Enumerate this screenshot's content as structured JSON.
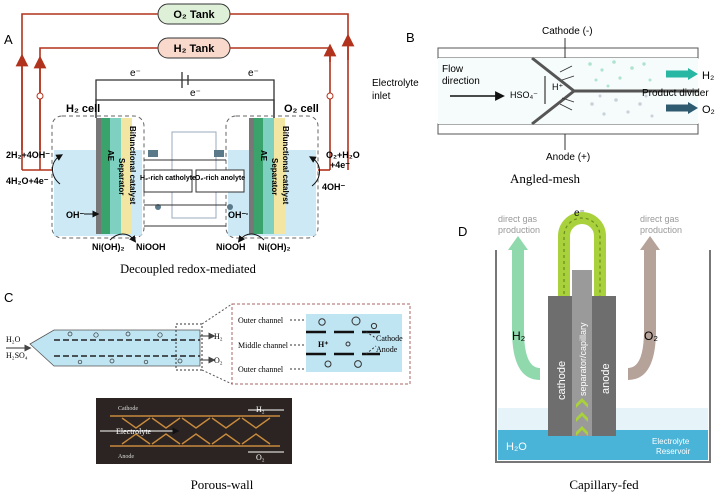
{
  "panel_a": {
    "letter": "A",
    "o2_tank": "O₂ Tank",
    "h2_tank": "H₂ Tank",
    "e1": "e⁻",
    "e2": "e⁻",
    "e3": "e⁻",
    "h2_cell": "H₂ cell",
    "o2_cell": "O₂ cell",
    "ae_left": "AE",
    "separator_left": "Separator",
    "catalyst_left": "Bifunctional catalyst",
    "ae_right": "AE",
    "separator_right": "Separator",
    "catalyst_right": "Bifunctional catalyst",
    "eq_left_1": "2H₂+4OH⁻",
    "eq_left_2": "4H₂O+4e⁻",
    "eq_right_1": "O₂+H₂O",
    "eq_right_2": "+4e⁻",
    "eq_right_3": "4OH⁻",
    "oh_left": "OH⁻",
    "oh_right": "OH⁻",
    "h2_catholyte": "H₂-rich catholyte",
    "o2_anolyte": "O₂-rich anolyte",
    "ni_left_1": "Ni(OH)₂",
    "ni_left_2": "NiOOH",
    "ni_right_1": "NiOOH",
    "ni_right_2": "Ni(OH)₂",
    "caption": "Decoupled redox-mediated"
  },
  "panel_b": {
    "letter": "B",
    "cathode": "Cathode (-)",
    "anode": "Anode (+)",
    "flow": "Flow",
    "direction": "direction",
    "electrolyte": "Electrolyte",
    "inlet": "inlet",
    "hso4": "HSO₄⁻",
    "hplus": "H⁺",
    "h2": "H₂",
    "o2": "O₂",
    "divider": "Product divider",
    "caption": "Angled-mesh"
  },
  "panel_c": {
    "letter": "C",
    "h2o": "H₂O",
    "h2so4": "H₂SO₄",
    "h2": "H₂",
    "o2": "O₂",
    "outer_top": "Outer channel",
    "middle": "Middle channel",
    "outer_bottom": "Outer channel",
    "cathode": "Cathode",
    "anode": "Anode",
    "hplus": "H⁺",
    "photo_cathode": "Cathode",
    "photo_electrolyte": "Electrolyte",
    "photo_anode": "Anode",
    "photo_h2": "H₂",
    "photo_o2": "O₂",
    "caption": "Porous-wall"
  },
  "panel_d": {
    "letter": "D",
    "electron": "e⁻",
    "direct_left_1": "direct gas",
    "direct_left_2": "production",
    "direct_right_1": "direct gas",
    "direct_right_2": "production",
    "h2": "H₂",
    "o2": "O₂",
    "cathode": "cathode",
    "separator": "separator/capillary",
    "anode": "anode",
    "h2o": "H₂O",
    "reservoir_1": "Electrolyte",
    "reservoir_2": "Reservoir",
    "caption": "Capillary-fed"
  },
  "colors": {
    "tank_o2_fill": "#dff0d8",
    "tank_h2_fill": "#f8d9cc",
    "pipe_red": "#b2331d",
    "electrolyte_blue": "#bfe4f2",
    "ae_green": "#3aa36b",
    "catalyst_yellow": "#f3e6a3",
    "arrow_teal": "#27b7a3",
    "arrow_navy": "#2e5b6f",
    "capillary_green": "#a8d13c",
    "h2_green": "#8fd9ad",
    "o2_brown": "#b5a299",
    "reservoir_blue": "#49b3d8"
  }
}
